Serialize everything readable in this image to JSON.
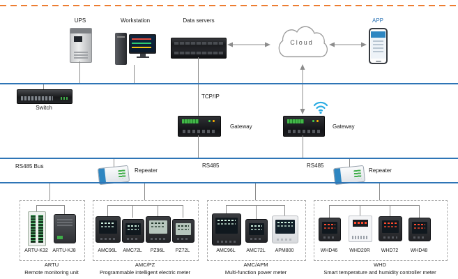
{
  "top": {
    "ups": "UPS",
    "workstation": "Workstation",
    "data_servers": "Data servers",
    "cloud": "Cloud",
    "app": "APP"
  },
  "network": {
    "switch": "Switch",
    "tcpip": "TCP/IP",
    "gateway_left": "Gateway",
    "gateway_right": "Gateway",
    "rs485_bus": "RS485 Bus",
    "rs485_left": "RS485",
    "rs485_right": "RS485",
    "repeater_left": "Repeater",
    "repeater_right": "Repeater"
  },
  "groups": [
    {
      "title": "ARTU",
      "subtitle": "Remote monitoring unit",
      "devices": [
        "ARTU-K32",
        "ARTU-KJ8"
      ]
    },
    {
      "title": "AMC/PZ",
      "subtitle": "Programmable intelligent electric meter",
      "devices": [
        "AMC96L",
        "AMC72L",
        "PZ96L",
        "PZ72L"
      ]
    },
    {
      "title": "AMC/APM",
      "subtitle": "Multi-function power meter",
      "devices": [
        "AMC96L",
        "AMC72L",
        "APM800"
      ]
    },
    {
      "title": "WHD",
      "subtitle": "Smart temperature and humidity controller meter",
      "devices": [
        "WHD46",
        "WHD20R",
        "WHD72",
        "WHD48"
      ]
    }
  ],
  "colors": {
    "bus_blue": "#2e75b6",
    "divider_orange": "#ed7d31",
    "wifi_blue": "#2aace3"
  }
}
